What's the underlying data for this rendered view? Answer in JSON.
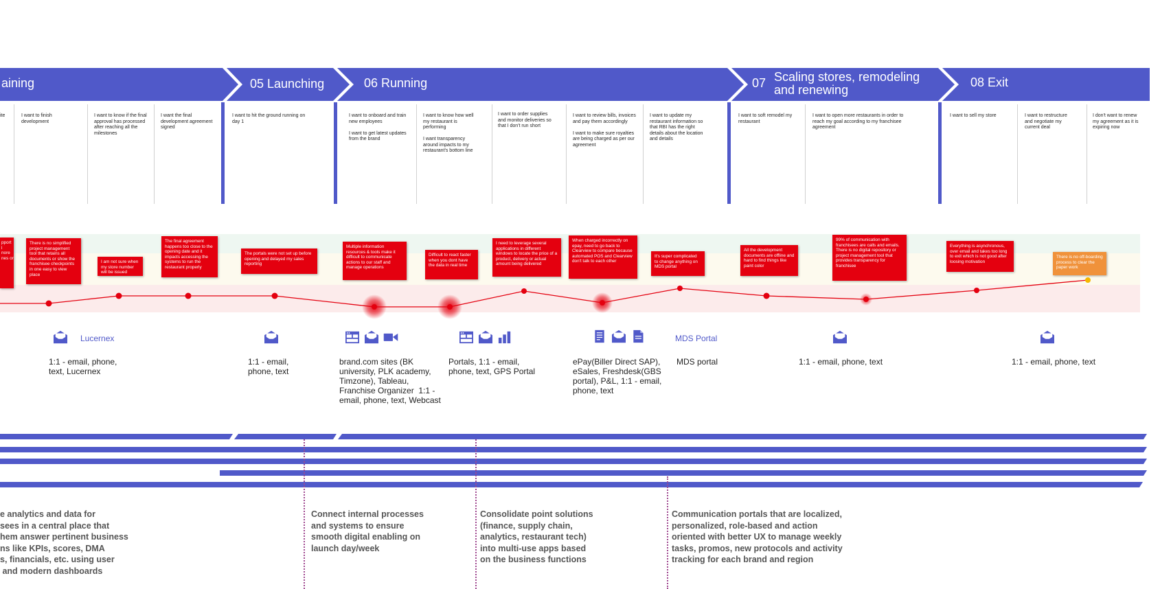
{
  "stages": [
    {
      "id": "04",
      "label": "aining",
      "number_visible": false
    },
    {
      "id": "05",
      "label": "05 Launching"
    },
    {
      "id": "06",
      "label": "06 Running"
    },
    {
      "id": "07",
      "label": "07",
      "label2": "Scaling stores, remodeling\nand renewing"
    },
    {
      "id": "08",
      "label": "08 Exit"
    }
  ],
  "goals": [
    "ite",
    "I want to finish development",
    "I want to know if the final approval has processed after reaching all the milestones",
    "I want the final development agreement signed",
    "I want to hit the ground running on day 1",
    "I want to onboard and train new employees\n\nI want to get latest updates from the brand",
    "I want to know how well my restaurant is performing\n\nI want transparency around impacts to my restaurant's bottom line",
    "I want to order supplies and monitor deliveries so that I don't run short",
    "I want to review bills, invoices and pay them accordingly\n\nI want to make sure royalties are being charged as per our agreement",
    "I want to update my restaurant information so that RBI has the right details about the location and details",
    "I want to soft remodel my restaurant",
    "I want to open more restaurants in order to reach my goal according to my franchisee agreement",
    "I want to sell my store",
    "I want to restructure and negotiate my current deal",
    "I don't want to renew my agreement as it is expiring now"
  ],
  "pain_points": [
    "pport\nl\nnore\nnes or",
    "There is no simplified project management tool that retains all documents or show the franchisee checkpoints in one easy to view place",
    "I am not sure when my store number will be issued",
    "The final agreement happens too close to the opening date and it impacts accessing the systems to run the restaurant properly",
    "The portals were not set up before opening and delayed my sales reporting",
    "Multiple information resources & tools make it difficult to communicate actions to our staff and manage operations",
    "Difficult to react faster when you dont have the data in real time",
    "I need to leverage several applications in different windows to locate the price of a product, delivery or actual amount being delivered",
    "When charged incorrectly on epay, need to go back to Clearview to compare because automated POS and Clearview don't talk to each other",
    "It's super complicated to change anything on MDS portal",
    "All the development documents are offline and hard to find things like paint color",
    "99% of communication with franchisees are calls and emails. There is no digital repository or project management tool that provides transparency for franchisee",
    "Everything is asynchronous, over email and takes too long to exit which is not good after loosing motivation",
    "There is no off-boarding process to clear the paper work"
  ],
  "journey_points": [
    {
      "stage": "04",
      "intensity": "medium"
    },
    {
      "stage": "04",
      "intensity": "medium"
    },
    {
      "stage": "04",
      "intensity": "medium"
    },
    {
      "stage": "05",
      "intensity": "medium"
    },
    {
      "stage": "06",
      "intensity": "high-pain"
    },
    {
      "stage": "06",
      "intensity": "high-pain"
    },
    {
      "stage": "06",
      "intensity": "low"
    },
    {
      "stage": "06",
      "intensity": "high-pain"
    },
    {
      "stage": "06",
      "intensity": "low"
    },
    {
      "stage": "07",
      "intensity": "medium"
    },
    {
      "stage": "07",
      "intensity": "medium-pain"
    },
    {
      "stage": "08",
      "intensity": "low"
    },
    {
      "stage": "08",
      "intensity": "positive"
    }
  ],
  "tools": {
    "lucernex_name": "Lucernex",
    "mds_name": "MDS Portal",
    "captions": [
      "1:1 - email, phone,\ntext, Lucernex",
      "1:1 - email,\nphone, text",
      "brand.com sites (BK\nuniversity, PLK academy,\nTimzone), Tableau,\nFranchise Organizer  1:1 -\nemail, phone, text, Webcast",
      "Portals, 1:1 - email,\nphone, text, GPS Portal",
      "ePay(Biller Direct SAP),\neSales, Freshdesk(GBS\nportal), P&L, 1:1 - email,\nphone, text",
      "MDS portal",
      "1:1 - email, phone, text",
      "1:1 - email, phone, text"
    ],
    "icons": [
      "mail-icon",
      "browser-icon",
      "video-icon",
      "bar-chart-icon",
      "document-icon"
    ]
  },
  "roadmap": [
    "e analytics and data for\nsees in a central place that\nhem answer pertinent business\nns like KPIs, scores, DMA\ns, financials, etc. using user\n and modern dashboards",
    "Connect internal processes\nand systems to ensure\nsmooth digital enabling on\nlaunch day/week",
    "Consolidate point solutions\n(finance, supply chain,\nanalytics, restaurant tech)\ninto multi-use apps based\non the business functions",
    "Communication portals that are localized,\npersonalized, role-based and action\noriented with better UX to manage weekly\ntasks, promos, new protocols and activity\ntracking for each brand and region"
  ],
  "colors": {
    "stage_blue": "#5059c9",
    "pain_red": "#e4000f",
    "positive_orange": "#f0923b",
    "band_green": "#eef7f1",
    "band_yellow": "#fdfaee",
    "band_red": "#fcebeb",
    "dotted": "#a04890"
  }
}
